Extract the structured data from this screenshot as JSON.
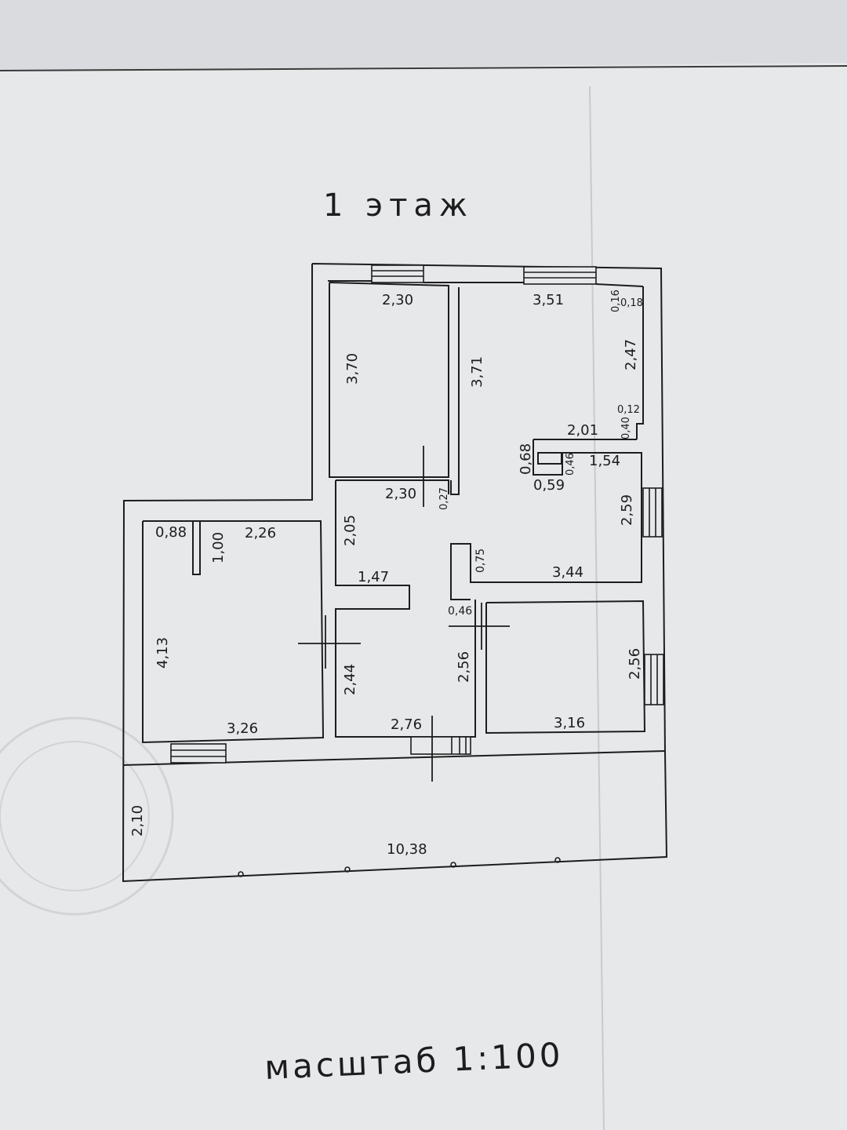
{
  "title": "1 этаж",
  "scale_label": "масштаб 1:100",
  "colors": {
    "paper": "#e7e8ea",
    "ink": "#1d1d1d",
    "background": "#d9dbdf"
  },
  "dimensions": {
    "r1_w": "2,30",
    "r1_h": "3,70",
    "r2_w": "3,51",
    "r2_h": "3,71",
    "r2_a": "0,16",
    "r2_b": "0,18",
    "r2_c": "2,47",
    "r2_d": "0,12",
    "r2_e": "0,40",
    "r2_f": "2,01",
    "r2_g": "0,68",
    "r2_h2": "0,46",
    "r2_i": "1,54",
    "r2_j": "0,59",
    "r2_k": "2,59",
    "r2_l": "0,75",
    "r2_m": "3,44",
    "hall_a": "2,30",
    "hall_b": "0,27",
    "hall_c": "2,05",
    "hall_d": "1,47",
    "hall_e": "2,44",
    "hall_f": "2,76",
    "hall_g": "2,56",
    "hall_h": "0,46",
    "r3_a": "0,88",
    "r3_b": "1,00",
    "r3_c": "2,26",
    "r3_d": "4,13",
    "r3_e": "3,26",
    "r4_a": "2,56",
    "r4_b": "3,16",
    "ter_a": "2,10",
    "ter_b": "10,38"
  }
}
